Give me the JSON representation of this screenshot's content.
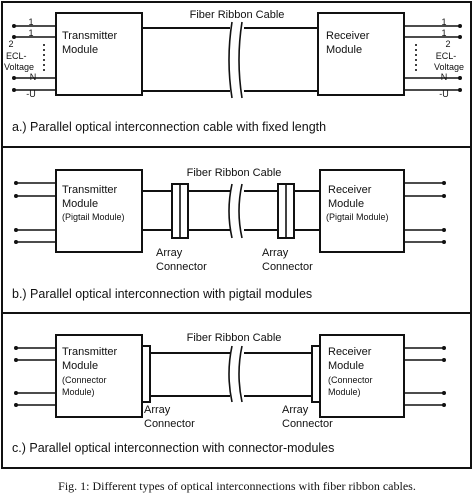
{
  "panels": {
    "a": {
      "cable_label": "Fiber Ribbon Cable",
      "tx_label": [
        "Transmitter",
        "Module"
      ],
      "rx_label": [
        "Receiver",
        "Module"
      ],
      "left_pins": [
        "1",
        "1",
        "2",
        "ECL-",
        "Voltage",
        "N",
        "-U"
      ],
      "right_pins": [
        "1",
        "1",
        "2",
        "ECL-",
        "Voltage",
        "N",
        "-U"
      ],
      "caption": "a.) Parallel optical interconnection cable with fixed length"
    },
    "b": {
      "cable_label": "Fiber Ribbon Cable",
      "tx_label": [
        "Transmitter",
        "Module",
        "(Pigtail Module)"
      ],
      "rx_label": [
        "Receiver",
        "Module",
        "(Pigtail Module)"
      ],
      "connector_label_left": [
        "Array",
        "Connector"
      ],
      "connector_label_right": [
        "Array",
        "Connector"
      ],
      "caption": "b.) Parallel optical interconnection with pigtail modules"
    },
    "c": {
      "cable_label": "Fiber Ribbon Cable",
      "tx_label": [
        "Transmitter",
        "Module",
        "(Connector",
        "Module)"
      ],
      "rx_label": [
        "Receiver",
        "Module",
        "(Connector",
        "Module)"
      ],
      "connector_label_left": [
        "Array",
        "Connector"
      ],
      "connector_label_right": [
        "Array",
        "Connector"
      ],
      "caption": "c.) Parallel optical interconnection with connector-modules"
    }
  },
  "figure_caption": "Fig. 1: Different types of optical interconnections with fiber ribbon cables."
}
